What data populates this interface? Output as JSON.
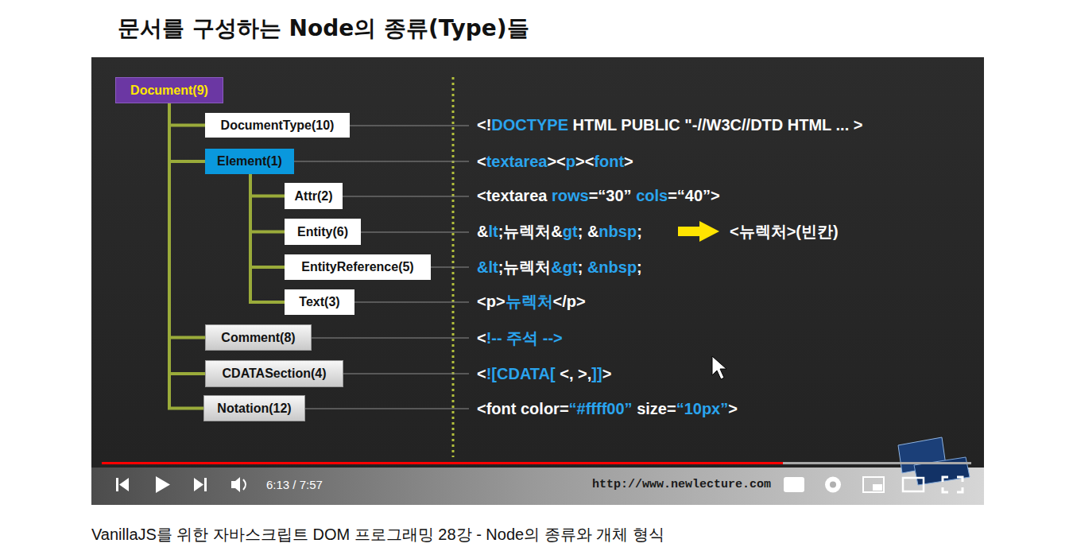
{
  "diagram": {
    "title": "문서를 구성하는 Node의 종류(Type)들",
    "caption": "VanillaJS를 위한 자바스크립트 DOM 프로그래밍 28강 - Node의 종류와 개체 형식",
    "nodes": [
      {
        "text": [
          "Document(9)"
        ]
      },
      {
        "text": [
          "DocumentType(10)"
        ]
      },
      {
        "text": [
          "Element(1)"
        ]
      },
      {
        "text": [
          "Attr(2)"
        ]
      },
      {
        "text": [
          "Entity(6)"
        ]
      },
      {
        "text": [
          "EntityReference(5)"
        ]
      },
      {
        "text": [
          "Text(3)"
        ]
      },
      {
        "text": [
          "Comment(8)"
        ]
      },
      {
        "text": [
          "CDATASection(4)"
        ]
      },
      {
        "text": [
          "Notation(12)"
        ]
      }
    ],
    "edges": [
      {
        "from": 0,
        "to": 1,
        "arrow": "none"
      },
      {
        "from": 0,
        "to": 2,
        "arrow": "none"
      },
      {
        "from": 2,
        "to": 3,
        "arrow": "none"
      },
      {
        "from": 2,
        "to": 4,
        "arrow": "none"
      },
      {
        "from": 2,
        "to": 5,
        "arrow": "none"
      },
      {
        "from": 2,
        "to": 6,
        "arrow": "none"
      },
      {
        "from": 0,
        "to": 7,
        "arrow": "none"
      },
      {
        "from": 0,
        "to": 8,
        "arrow": "none"
      },
      {
        "from": 0,
        "to": 9,
        "arrow": "none"
      }
    ],
    "labels": [
      "<!DOCTYPE HTML PUBLIC \"-//W3C//DTD HTML ... >",
      "<textarea><p><font>",
      "<textarea rows=“30” cols=“40”>",
      "&lt;뉴렉처&gt; &nbsp;",
      "<뉴렉처>(빈칸)",
      "&lt;뉴렉처&gt; &nbsp;",
      "<p>뉴렉처</p>",
      "<!-- 주석 -->",
      "<![CDATA[ <, >,]]>",
      "<font color=“#ffff00” size=“10px”>",
      "6:13 / 7:57",
      "http://www.newlecture.com"
    ]
  }
}
